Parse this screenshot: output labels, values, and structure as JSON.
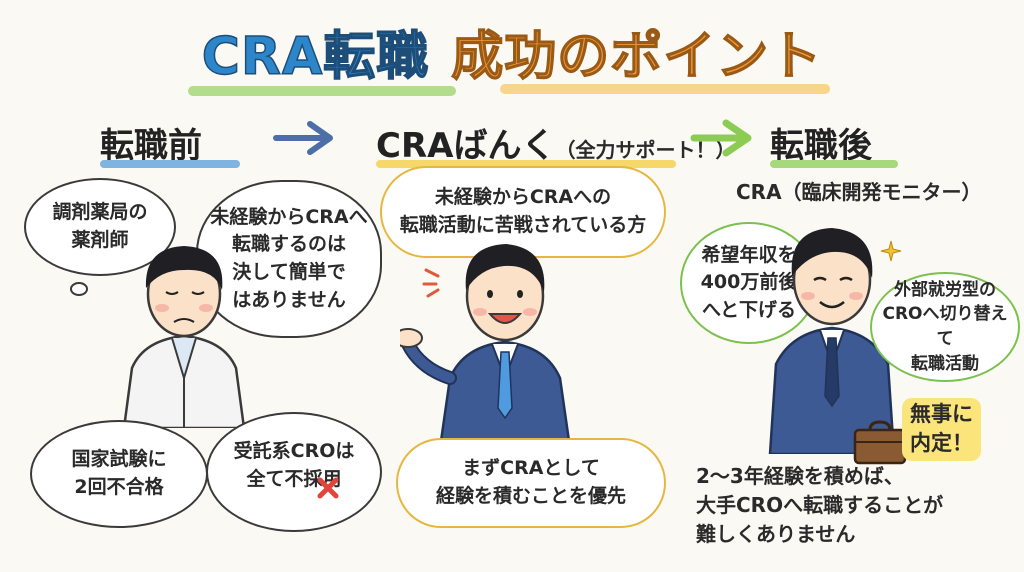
{
  "title": {
    "part1": "CRA転職",
    "part2": "成功のポイント"
  },
  "stages": {
    "before": {
      "label": "転職前"
    },
    "middle": {
      "label": "CRAばんく",
      "sub": "（全力サポート！）"
    },
    "after": {
      "label": "転職後",
      "role": "CRA（臨床開発モニター）"
    }
  },
  "before_bubbles": {
    "job": "調剤薬局の\n薬剤師",
    "worry": "未経験からCRAへ\n転職するのは\n決して簡単で\nはありません",
    "exam": "国家試験に\n2回不合格",
    "reject": "受託系CROは\n全て不採用"
  },
  "middle_bubbles": {
    "target": "未経験からCRAへの\n転職活動に苦戦されている方",
    "advice": "まずCRAとして\n経験を積むことを優先"
  },
  "after_bubbles": {
    "salary": "希望年収を\n400万前後\nへと下げる",
    "switch": "外部就労型の\nCROへ切り替えて\n転職活動",
    "offer": "無事に\n内定！"
  },
  "conclusion": "2〜3年経験を積めば、\n大手CROへ転職することが\n難しくありません",
  "colors": {
    "title_blue": "#2d86c9",
    "title_orange": "#f29a3a",
    "arrow_blue": "#4d6fa8",
    "arrow_green": "#8ccc55",
    "cross_red": "#e0463c"
  }
}
